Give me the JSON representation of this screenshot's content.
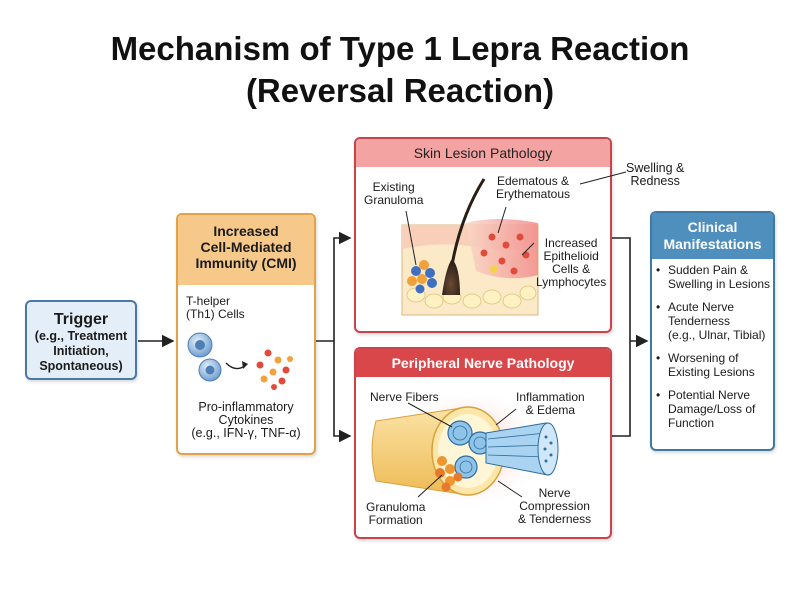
{
  "title": {
    "line1": "Mechanism of Type 1 Lepra Reaction",
    "line2": "(Reversal Reaction)"
  },
  "trigger": {
    "title": "Trigger",
    "lines": [
      "(e.g., Treatment",
      "Initiation,",
      "Spontaneous)"
    ]
  },
  "cmi": {
    "title_lines": [
      "Increased",
      "Cell-Mediated",
      "Immunity (CMI)"
    ],
    "th1_lines": [
      "T-helper",
      "(Th1) Cells"
    ],
    "cytokine_lines": [
      "Pro-inflammatory",
      "Cytokines",
      "(e.g., IFN-γ, TNF-α)"
    ]
  },
  "skin": {
    "title": "Skin Lesion Pathology",
    "granuloma_lines": [
      "Existing",
      "Granuloma"
    ],
    "edematous_lines": [
      "Edematous &",
      "Erythematous"
    ],
    "epithelioid_lines": [
      "Increased",
      "Epithelioid",
      "Cells &",
      "Lymphocytes"
    ],
    "swelling_lines": [
      "Swelling &",
      "Redness"
    ]
  },
  "nerve": {
    "title": "Peripheral Nerve Pathology",
    "fibers_label": "Nerve Fibers",
    "inflammation_lines": [
      "Inflammation",
      "& Edema"
    ],
    "granuloma_lines": [
      "Granuloma",
      "Formation"
    ],
    "compression_lines": [
      "Nerve",
      "Compression",
      "& Tenderness"
    ]
  },
  "clinical": {
    "title_lines": [
      "Clinical",
      "Manifestations"
    ],
    "bullet": "•",
    "items": [
      [
        "Sudden Pain &",
        "Swelling in Lesions"
      ],
      [
        "Acute Nerve",
        "Tenderness",
        "(e.g., Ulnar, Tibial)"
      ],
      [
        "Worsening of",
        "Existing Lesions"
      ],
      [
        "Potential Nerve",
        "Damage/Loss of",
        "Function"
      ]
    ]
  },
  "colors": {
    "trigger_fill": "#e3eef9",
    "trigger_border": "#4a78a8",
    "cmi_header": "#f6c98b",
    "cmi_border": "#e3a24a",
    "skin_header": "#f4a3a3",
    "nerve_header": "#d9474b",
    "panel_border": "#c9444a",
    "clinical_header": "#4e8fbe",
    "clinical_border": "#3f79a6",
    "arrow": "#222222"
  }
}
